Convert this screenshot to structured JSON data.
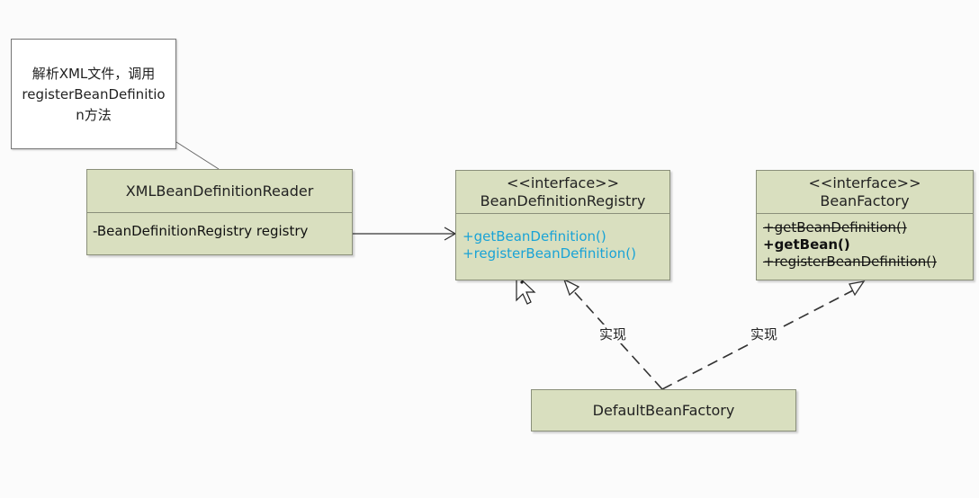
{
  "note": {
    "lines": [
      "解析XML文件，调用",
      "registerBeanDefinitio",
      "n方法"
    ]
  },
  "reader": {
    "title": "XMLBeanDefinitionReader",
    "attribute": "-BeanDefinitionRegistry registry"
  },
  "registry": {
    "stereotype": "<<interface>>",
    "title": "BeanDefinitionRegistry",
    "methods": [
      "+getBeanDefinition()",
      "+registerBeanDefinition()"
    ]
  },
  "factory": {
    "stereotype": "<<interface>>",
    "title": "BeanFactory",
    "methods": [
      "+getBeanDefinition()",
      "+getBean()",
      "+registerBeanDefinition()"
    ]
  },
  "impl": {
    "title": "DefaultBeanFactory"
  },
  "relations": {
    "realize_left": "实现",
    "realize_right": "实现"
  },
  "colors": {
    "class_fill": "#d9dfbf",
    "method_link": "#1aa3d6",
    "border": "#8a8f7a"
  }
}
